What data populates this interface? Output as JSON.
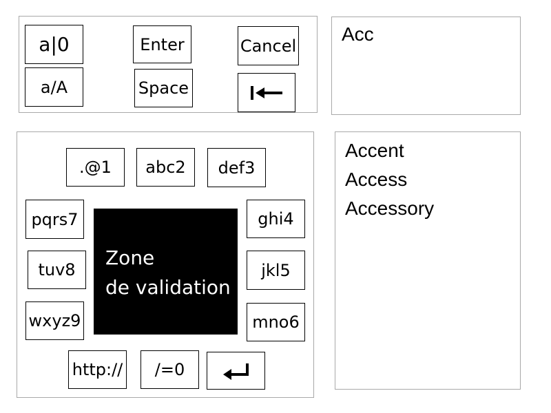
{
  "control_keys": {
    "mode_digits": "a|0",
    "enter": "Enter",
    "cancel": "Cancel",
    "case_toggle": "a/A",
    "space": "Space"
  },
  "keypad": {
    "k1": ".@1",
    "k2": "abc2",
    "k3": "def3",
    "k4": "ghi4",
    "k5": "jkl5",
    "k6": "mno6",
    "k7": "pqrs7",
    "k8": "tuv8",
    "k9": "wxyz9",
    "k0": "/=0",
    "http": "http://"
  },
  "validation_zone": {
    "line1": "Zone",
    "line2": "de validation"
  },
  "input": {
    "text": "Acc"
  },
  "suggestions": [
    "Accent",
    "Access",
    "Accessory"
  ],
  "icons": {
    "backspace": "backspace-icon",
    "return": "return-icon"
  }
}
